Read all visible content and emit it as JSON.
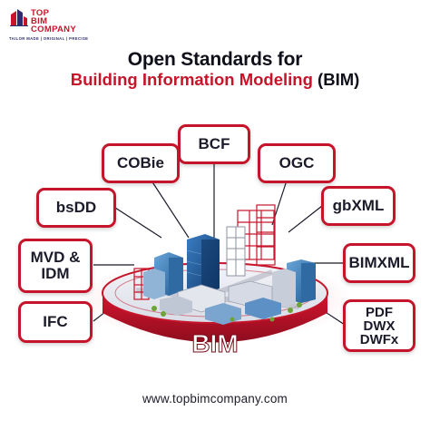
{
  "brand": {
    "line1": "TOP",
    "line2": "BIM",
    "line3": "COMPANY",
    "tagline": "TAILOR MADE | ORIGINAL | PRECISE",
    "accent_color": "#c6152b",
    "navy_color": "#2b2d6e"
  },
  "title": {
    "line1": "Open Standards for",
    "line2_highlight": "Building Information Modeling",
    "line2_suffix": "(BIM)"
  },
  "standards": {
    "bcf": "BCF",
    "cobie": "COBie",
    "ogc": "OGC",
    "bsdd": "bsDD",
    "gbxml": "gbXML",
    "mvd_line1": "MVD &",
    "mvd_line2": "IDM",
    "bimxml": "BIMXML",
    "ifc": "IFC",
    "pdf_line1": "PDF",
    "pdf_line2": "DWX",
    "pdf_line3": "DWFx"
  },
  "illustration": {
    "platform_label": "BIM",
    "icon": "city-buildings-illustration"
  },
  "footer": {
    "url": "www.topbimcompany.com"
  }
}
